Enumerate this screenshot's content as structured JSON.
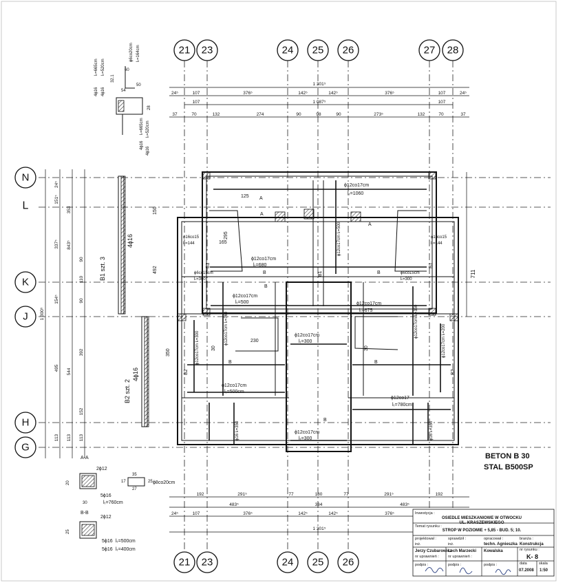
{
  "grid_columns": [
    "21",
    "23",
    "24",
    "25",
    "26",
    "27",
    "28"
  ],
  "grid_rows": [
    "N",
    "L",
    "K",
    "J",
    "H",
    "G"
  ],
  "dimensions": {
    "top_overall": "1 301⁵",
    "top_row1": [
      "24⁵",
      "107",
      "376⁵",
      "142⁵",
      "142⁵",
      "376⁵",
      "107",
      "24⁵"
    ],
    "top_row2": [
      "107",
      "1 087⁵",
      "107"
    ],
    "top_row3": [
      "37",
      "70",
      "132",
      "274",
      "90",
      "98",
      "90",
      "273⁵",
      "132",
      "70",
      "37"
    ],
    "bottom_row1": [
      "192",
      "291⁵",
      "77",
      "180",
      "77",
      "291⁵",
      "192"
    ],
    "bottom_row2": [
      "483⁵",
      "334",
      "483⁵"
    ],
    "bottom_row3": [
      "24⁵",
      "107",
      "376⁵",
      "142⁵",
      "142⁵",
      "376⁵",
      "107",
      "24⁵"
    ],
    "bottom_overall": "1 301⁵",
    "left_overall": "1 300⁵",
    "left_row1": [
      "24⁵",
      "151⁵",
      "337⁵",
      "154⁵",
      "495",
      "113"
    ],
    "left_row2": [
      "353",
      "843⁵",
      "544",
      "113"
    ],
    "left_row3": [
      "90",
      "110",
      "90",
      "392",
      "152",
      "113"
    ],
    "right_711": "711"
  },
  "rebar_labels": {
    "top_center": "ϕ12co17cm",
    "top_center_len": "lₜ=1060",
    "mid_center": "ϕ12co17cm",
    "mid_center_len": "lₜ=680",
    "left_k": "ϕ12co17cm",
    "left_k_len": "lₜ=500",
    "center_j": "ϕ12co17cm",
    "center_j_len": "lₜ=675",
    "center_lower": "ϕ12co17cm",
    "center_lower_len": "lₜ=300",
    "left_lower": "ϕ12co17cm",
    "left_lower_len": "lₜ=500cm",
    "right_lower": "ϕ12co17",
    "right_lower_len": "lₜ=780cm",
    "bottom_center": "ϕ12co17cm",
    "bottom_center_len": "lₜ=300",
    "vertical_500": "ϕ12co17cm lₜ=500",
    "vertical_360_left": "ϕ12co17cm lₜ=360",
    "vertical_360_right": "ϕ12co17cm lₜ=360",
    "vertical_300": "ϕ12co17cm lₜ=300",
    "vertical_200": "ϕ12co17cm lₜ=200",
    "vertical_350_l": "ϕ16 lₜ=350",
    "vertical_350_r": "ϕ16 lₜ=350",
    "small_144_l": "ϕ16co15",
    "small_144_l_len": "lₜ=144",
    "small_144_r": "ϕ16co15",
    "small_144_r_len": "lₜ=144",
    "small_k_l": "ϕ6co15cm",
    "small_k_l_len": "lₜ=300",
    "small_k_r": "ϕ6co15cm",
    "small_k_r_len": "lₜ=300",
    "d125": "125",
    "d165": "165",
    "d295": "295",
    "d230": "230",
    "d350": "350",
    "d30a": "30",
    "d30b": "30",
    "d150": "150",
    "d492": "492"
  },
  "section_marks": [
    "A",
    "A",
    "A",
    "B",
    "B",
    "B",
    "B",
    "B",
    "B"
  ],
  "beams": {
    "b1": "B1",
    "b2": "B2",
    "b1_side": "B1 szt. 3",
    "b1_rebar": "4ϕ16",
    "b2_side": "B2 szt. 2",
    "b2_rebar": "4ϕ16",
    "b1_left": "B1",
    "b1_right": "B1",
    "b2_left": "B2",
    "b2_right": "B2"
  },
  "detail_top": {
    "r1": "4ϕ16",
    "r1_len": "lₜ=665cm",
    "r2": "4ϕ16",
    "r2_len": "lₜ=520cm",
    "stirrup": "ϕ6co20cm",
    "stirrup_len": "lₜ=164cm",
    "d60": "60",
    "d32": "32.1",
    "d54": "54",
    "d50": "50",
    "d28": "28",
    "r3": "4ϕ16",
    "r3_len": "lₜ=665cm",
    "r4": "4ϕ16",
    "r4_len": "lₜ=520cm"
  },
  "section_aa": {
    "title": "A-A",
    "top_bar": "2ϕ12",
    "bottom_bar": "5ϕ16",
    "bottom_bar_len": "lₜ=760cm",
    "stirrup": "ϕ8co20cm",
    "d35": "35",
    "d17": "17",
    "d25": "25",
    "d27": "27",
    "d20": "20",
    "d30": "30"
  },
  "section_bb": {
    "title": "B-B",
    "top_bar": "2ϕ12",
    "bottom_bar1": "5ϕ16",
    "bottom_bar1_len": "lₜ=500cm",
    "bottom_bar2": "5ϕ16",
    "bottom_bar2_len": "lₜ=400cm",
    "d25": "25"
  },
  "notes": {
    "concrete": "BETON B 30",
    "steel": "STAL B500SP"
  },
  "title_block": {
    "investor_label": "Inwestycja :",
    "project_title": "OSIEDLE MIESZKANIOWE W OTWOCKU",
    "project_street": "UL. KRASZEWSKIEGO",
    "drawing_label": "Temat rysunku :",
    "drawing_title": "STROP W POZIOMIE + 5,85 - BUD. 5; 10.",
    "designer_label": "projektował :",
    "designer_title": "inż.",
    "designer_name": "Jerzy Czubarowicz",
    "checker_label": "sprawdził :",
    "checker_title": "inż.",
    "checker_name": "Lech Marzecki",
    "drafter_label": "opracował :",
    "drafter_title": "techn. Agnieszka",
    "drafter_name": "Kowalska",
    "branch_label": "branża :",
    "branch_value": "Konstrukcja",
    "sheet_label": "nr rysunku :",
    "sheet_value": "K- 8",
    "sign_label": "podpis :",
    "date_label": "data",
    "date_value": "07.2008",
    "scale_label": "skala",
    "scale_value": "1:50",
    "perm1": "nr uprawnień :",
    "perm2": "nr uprawnień :"
  }
}
